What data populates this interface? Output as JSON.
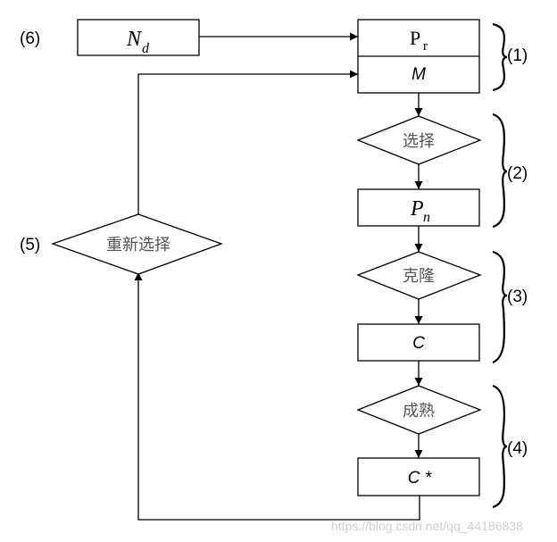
{
  "diagram": {
    "labels": {
      "step1": "(1)",
      "step2": "(2)",
      "step3": "(3)",
      "step4": "(4)",
      "step5": "(5)",
      "step6": "(6)"
    },
    "nodes": {
      "nd": {
        "main": "N",
        "sub": "d"
      },
      "pr": {
        "main": "P",
        "sub": "r"
      },
      "m": {
        "text": "M"
      },
      "select": {
        "text": "选择"
      },
      "pn": {
        "main": "P",
        "sub": "n"
      },
      "clone": {
        "text": "克隆"
      },
      "c": {
        "text": "C"
      },
      "mature": {
        "text": "成熟"
      },
      "cstar": {
        "text": "C *"
      },
      "reselect": {
        "text": "重新选择"
      }
    },
    "watermark": "https://blog.csdn.net/qq_44186838"
  }
}
